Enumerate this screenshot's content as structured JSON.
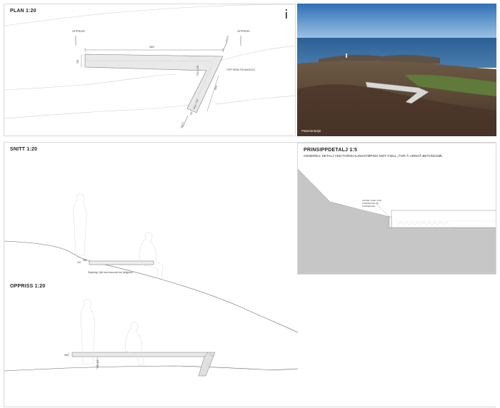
{
  "plan": {
    "title": "PLAN 1:20",
    "labels": {
      "oppriss_left": "OPPRISS",
      "oppriss_right": "OPPRISS",
      "snitt_top": "SNITT",
      "snitt_bottom": "SNITT",
      "dim_length": "4600",
      "dim_depth": "330",
      "dim_diag": "1800",
      "dim_small": "120",
      "fall_1": "FALL 1:50",
      "fall_2": "FALL 1:50",
      "top_note": "TOPP BENK PÅ MAKHOLD"
    }
  },
  "photo": {
    "caption": "Fotomontasje"
  },
  "snitt": {
    "title": "SNITT 1:20",
    "note": "Skjæring i fjell med avrundet inn fjellgrunn",
    "dim_left": "120",
    "dim_right": "330"
  },
  "detail": {
    "title": "PRINSIPPDETALJ 1:5",
    "subtitle": "GENERELL DETALJ VED FORSKALINGSTØPING MOT FJELL, FOR Å UNNGÅ BETONGSØL",
    "note_l1": "SLISSE I FJELL FOR",
    "note_l2": "FORSKALING OG",
    "note_l3": "FORSEGLING"
  },
  "oppriss": {
    "title": "OPPRISS 1:20",
    "dim_height": "550",
    "dim_depth": "300-400"
  }
}
